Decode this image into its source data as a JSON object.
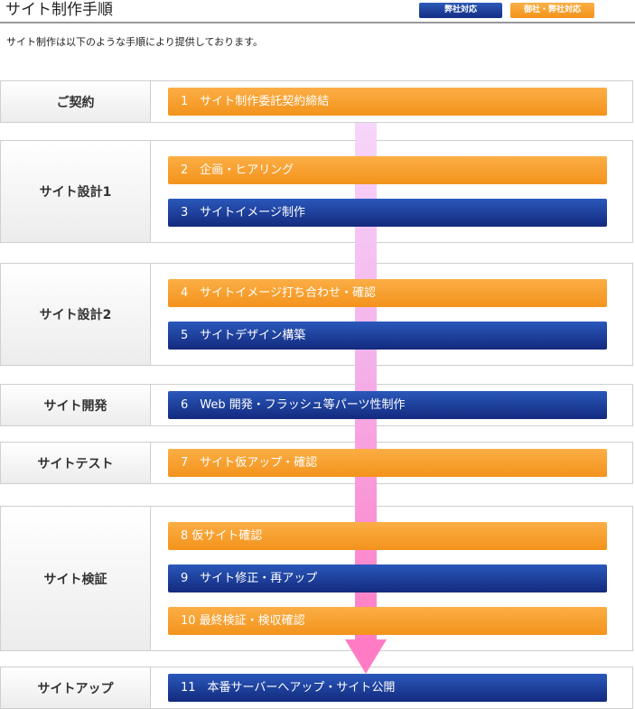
{
  "header": {
    "title": "サイト制作手順",
    "badge_blue": "弊社対応",
    "badge_orange": "御社・弊社対応"
  },
  "intro": "サイト制作は以下のような手順により提供しております。",
  "colors": {
    "blue": "#1f3f9e",
    "orange": "#f6a02c",
    "arrow": "#ff7cc4"
  },
  "sections": [
    {
      "label": "ご契約"
    },
    {
      "label": "サイト設計1"
    },
    {
      "label": "サイト設計2"
    },
    {
      "label": "サイト開発"
    },
    {
      "label": "サイトテスト"
    },
    {
      "label": "サイト検証"
    },
    {
      "label": "サイトアップ"
    }
  ],
  "steps": [
    {
      "text": "1　サイト制作委託契約締結",
      "color": "orange"
    },
    {
      "text": "2　企画・ヒアリング",
      "color": "orange"
    },
    {
      "text": "3　サイトイメージ制作",
      "color": "blue"
    },
    {
      "text": "4　サイトイメージ打ち合わせ・確認",
      "color": "orange"
    },
    {
      "text": "5　サイトデザイン構築",
      "color": "blue"
    },
    {
      "text": "6　Web 開発・フラッシュ等パーツ性制作",
      "color": "blue"
    },
    {
      "text": "7　サイト仮アップ・確認",
      "color": "orange"
    },
    {
      "text": "8 仮サイト確認",
      "color": "orange"
    },
    {
      "text": "9　サイト修正・再アップ",
      "color": "blue"
    },
    {
      "text": "10 最終検証・検収確認",
      "color": "orange"
    },
    {
      "text": "11　本番サーバーへアップ・サイト公開",
      "color": "blue"
    }
  ]
}
